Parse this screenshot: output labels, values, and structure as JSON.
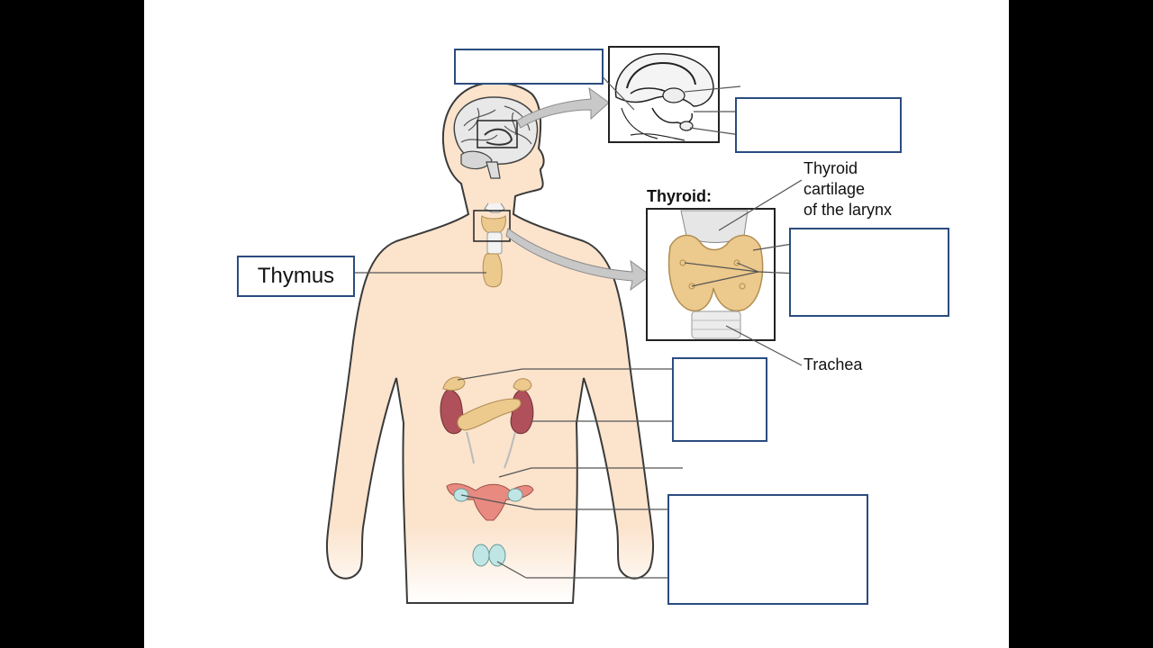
{
  "labels": {
    "thymus": "Thymus",
    "thyroid_title": "Thyroid:",
    "thyroid_cartilage": [
      "Thyroid",
      "cartilage",
      "of the larynx"
    ],
    "trachea": "Trachea"
  },
  "colors": {
    "background": "#000000",
    "slide": "#ffffff",
    "skin": "#fbe3cc",
    "gland": "#ecc98c",
    "kidney": "#b0505a",
    "ovary": "#bfe6e4",
    "box_border": "#2b4c7e",
    "arrow": "#c8c8c8"
  }
}
